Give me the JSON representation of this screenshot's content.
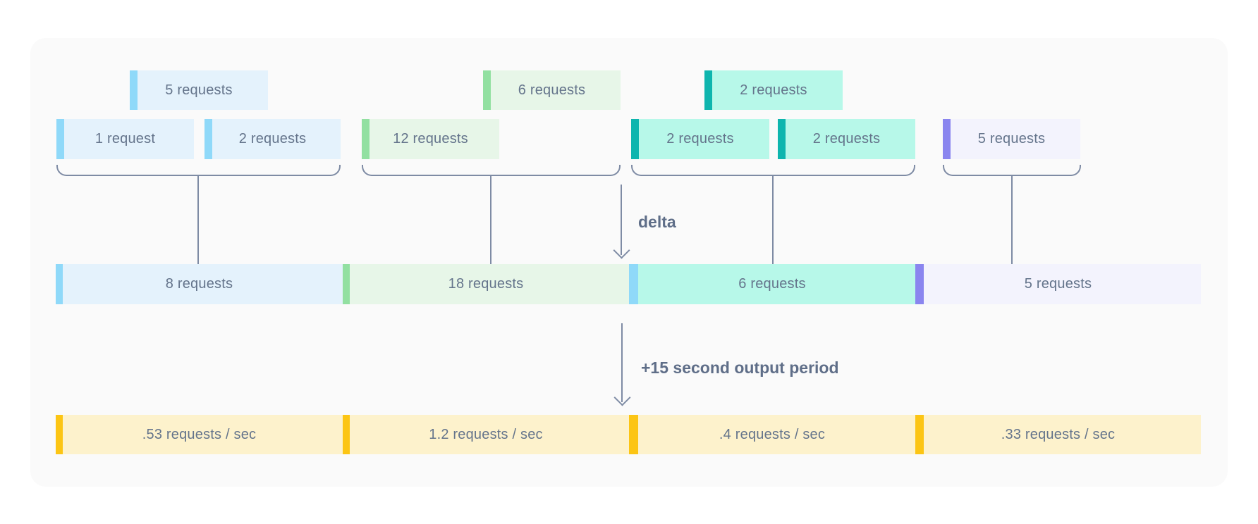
{
  "diagram": {
    "description": "request aggregation to output rate diagram",
    "card_bg": "#fafafa"
  },
  "row1_blocks": [
    {
      "label": "5 requests",
      "color": "blue"
    },
    {
      "label": "6 requests",
      "color": "green"
    },
    {
      "label": "2 requests",
      "color": "teal"
    }
  ],
  "row2_blocks": [
    {
      "label": "1 request",
      "color": "blue"
    },
    {
      "label": "2 requests",
      "color": "blue"
    },
    {
      "label": "12 requests",
      "color": "green"
    },
    {
      "label": "2 requests",
      "color": "teal"
    },
    {
      "label": "2 requests",
      "color": "teal"
    },
    {
      "label": "5 requests",
      "color": "purple"
    }
  ],
  "delta_arrow_label": "delta",
  "output_arrow_label": "+15 second output period",
  "middle_bar": {
    "segments": [
      {
        "label": "8 requests",
        "fill": "blue",
        "accent": "sky"
      },
      {
        "label": "18 requests",
        "fill": "green",
        "accent": "green"
      },
      {
        "label": "6 requests",
        "fill": "teal",
        "accent": "sky"
      },
      {
        "label": "5 requests",
        "fill": "purple",
        "accent": "purple"
      }
    ]
  },
  "output_bar": {
    "segments": [
      {
        "label": ".53 requests / sec"
      },
      {
        "label": "1.2 requests / sec"
      },
      {
        "label": ".4 requests / sec"
      },
      {
        "label": ".33 requests / sec"
      }
    ]
  },
  "colors": {
    "text": "#64748b",
    "annotation_text": "#5f6e88",
    "line": "#7e8ba4",
    "blue_fill": "#e4f2fc",
    "blue_accent": "#8fd9f9",
    "green_fill": "#e7f6e8",
    "green_accent": "#92e0a1",
    "teal_fill": "#b7f8e9",
    "teal_accent": "#0eb5ae",
    "purple_fill": "#f3f3fd",
    "purple_accent": "#8a85ef",
    "amber_fill": "#fdf2cc",
    "amber_accent": "#fcc514"
  }
}
